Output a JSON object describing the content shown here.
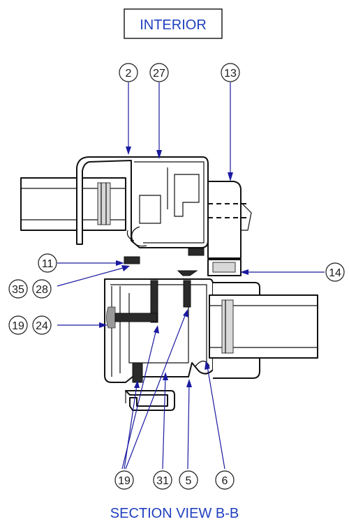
{
  "header": {
    "label": "INTERIOR"
  },
  "caption": "SECTION VIEW B-B",
  "callouts": {
    "c2": "2",
    "c27": "27",
    "c13": "13",
    "c11": "11",
    "c14": "14",
    "c35": "35",
    "c28": "28",
    "c19a": "19",
    "c24": "24",
    "c19b": "19",
    "c31": "31",
    "c5": "5",
    "c6": "6"
  },
  "colors": {
    "leader": "#1a1aa0",
    "caption": "#1f3fbf",
    "line": "#111111"
  }
}
